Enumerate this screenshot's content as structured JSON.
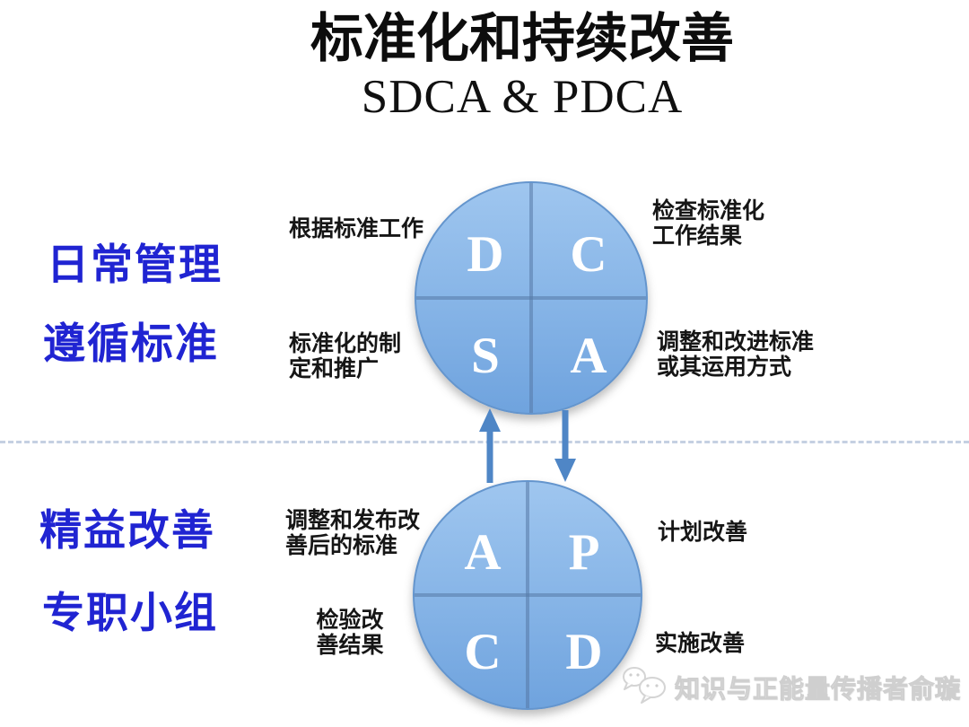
{
  "title": "标准化和持续改善",
  "subtitle": "SDCA & PDCA",
  "side_notes": {
    "daily_line1": "日常管理",
    "daily_line2": "遵循标准",
    "kaizen_line1": "精益改善",
    "kaizen_line2": "专职小组"
  },
  "sdca_cycle": {
    "letters": {
      "tl": "D",
      "tr": "C",
      "bl": "S",
      "br": "A"
    },
    "labels": {
      "top_left": "根据标准工作",
      "top_right": "检查标准化\n工作结果",
      "bottom_left": "标准化的制\n定和推广",
      "bottom_right": "调整和改进标准\n或其运用方式"
    }
  },
  "pdca_cycle": {
    "letters": {
      "tl": "A",
      "tr": "P",
      "bl": "C",
      "br": "D"
    },
    "labels": {
      "top_left": "调整和发布改\n善后的标准",
      "top_right": "计划改善",
      "bottom_left": "检验改\n善结果",
      "bottom_right": "实施改善"
    }
  },
  "watermark": {
    "text": "知识与正能量传播者俞璇",
    "icon": "wechat-bubbles-icon"
  },
  "colors": {
    "arrow_blue": "#4f86c6",
    "circle_gradient_top": "#9fc6ef",
    "circle_gradient_bottom": "#6fa3de",
    "quadrant_divider": "#557aa5",
    "side_note_blue": "#2024d2",
    "dashed_divider": "#c5d0e2",
    "watermark_gray": "#d6d6d6"
  }
}
